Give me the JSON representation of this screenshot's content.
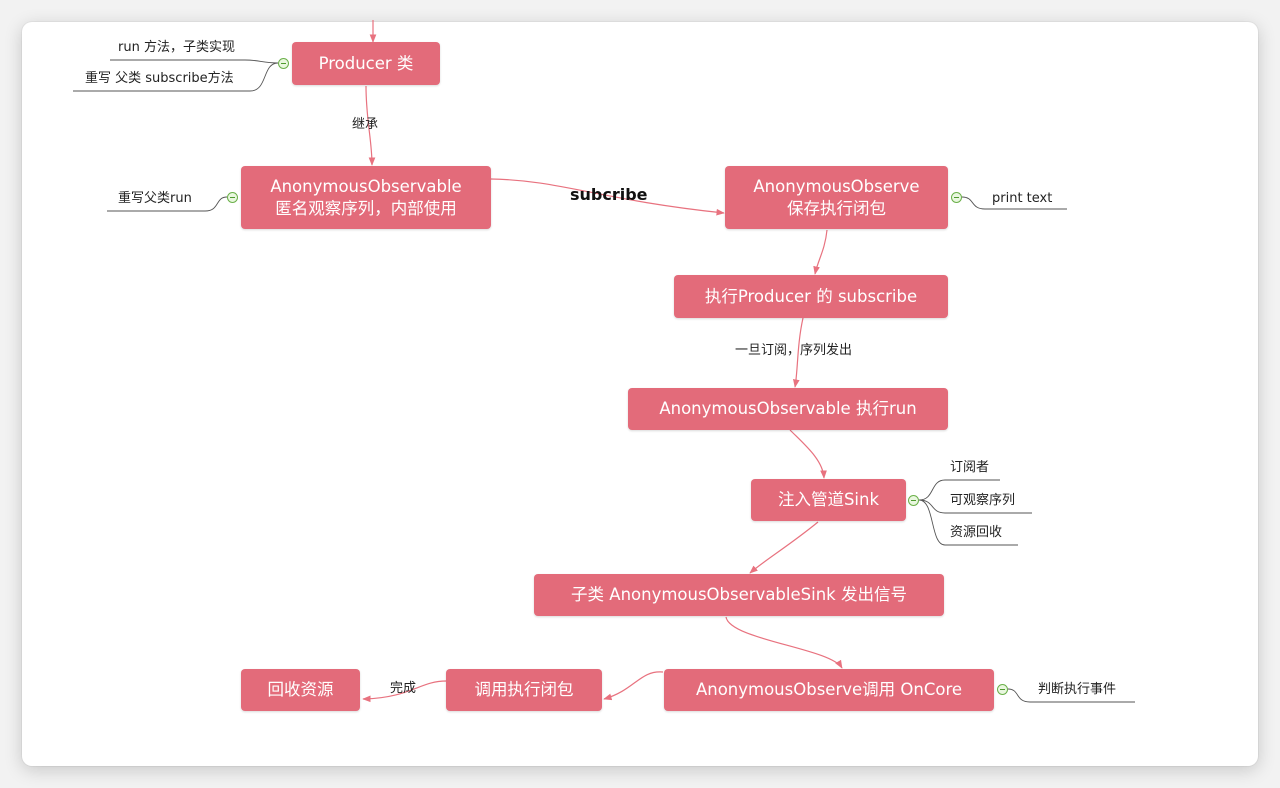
{
  "nodes": {
    "producer": "Producer 类",
    "anon_observable_1": "AnonymousObservable",
    "anon_observable_2": "匿名观察序列，内部使用",
    "anon_observe_1": "AnonymousObserve",
    "anon_observe_2": "保存执行闭包",
    "exec_producer": "执行Producer 的 subscribe",
    "anon_run": "AnonymousObservable 执行run",
    "sink": "注入管道Sink",
    "subclass_sink": "子类 AnonymousObservableSink 发出信号",
    "oncore": "AnonymousObserve调用 OnCore",
    "call_closure": "调用执行闭包",
    "recycle": "回收资源"
  },
  "annotations": {
    "run_method": "run 方法，子类实现",
    "override_subscribe": "重写 父类 subscribe方法",
    "override_run": "重写父类run",
    "print_text": "print text",
    "subscriber": "订阅者",
    "observable_seq": "可观察序列",
    "resource_recycle": "资源回收",
    "judge_event": "判断执行事件"
  },
  "edge_labels": {
    "inherit": "继承",
    "subcribe": "subcribe",
    "once_subscribed": "一旦订阅，序列发出",
    "complete": "完成"
  },
  "colors": {
    "node": "#e36b7a",
    "edge": "#e8727f",
    "branch_line": "#555555",
    "collapse": "#6bb04a"
  }
}
